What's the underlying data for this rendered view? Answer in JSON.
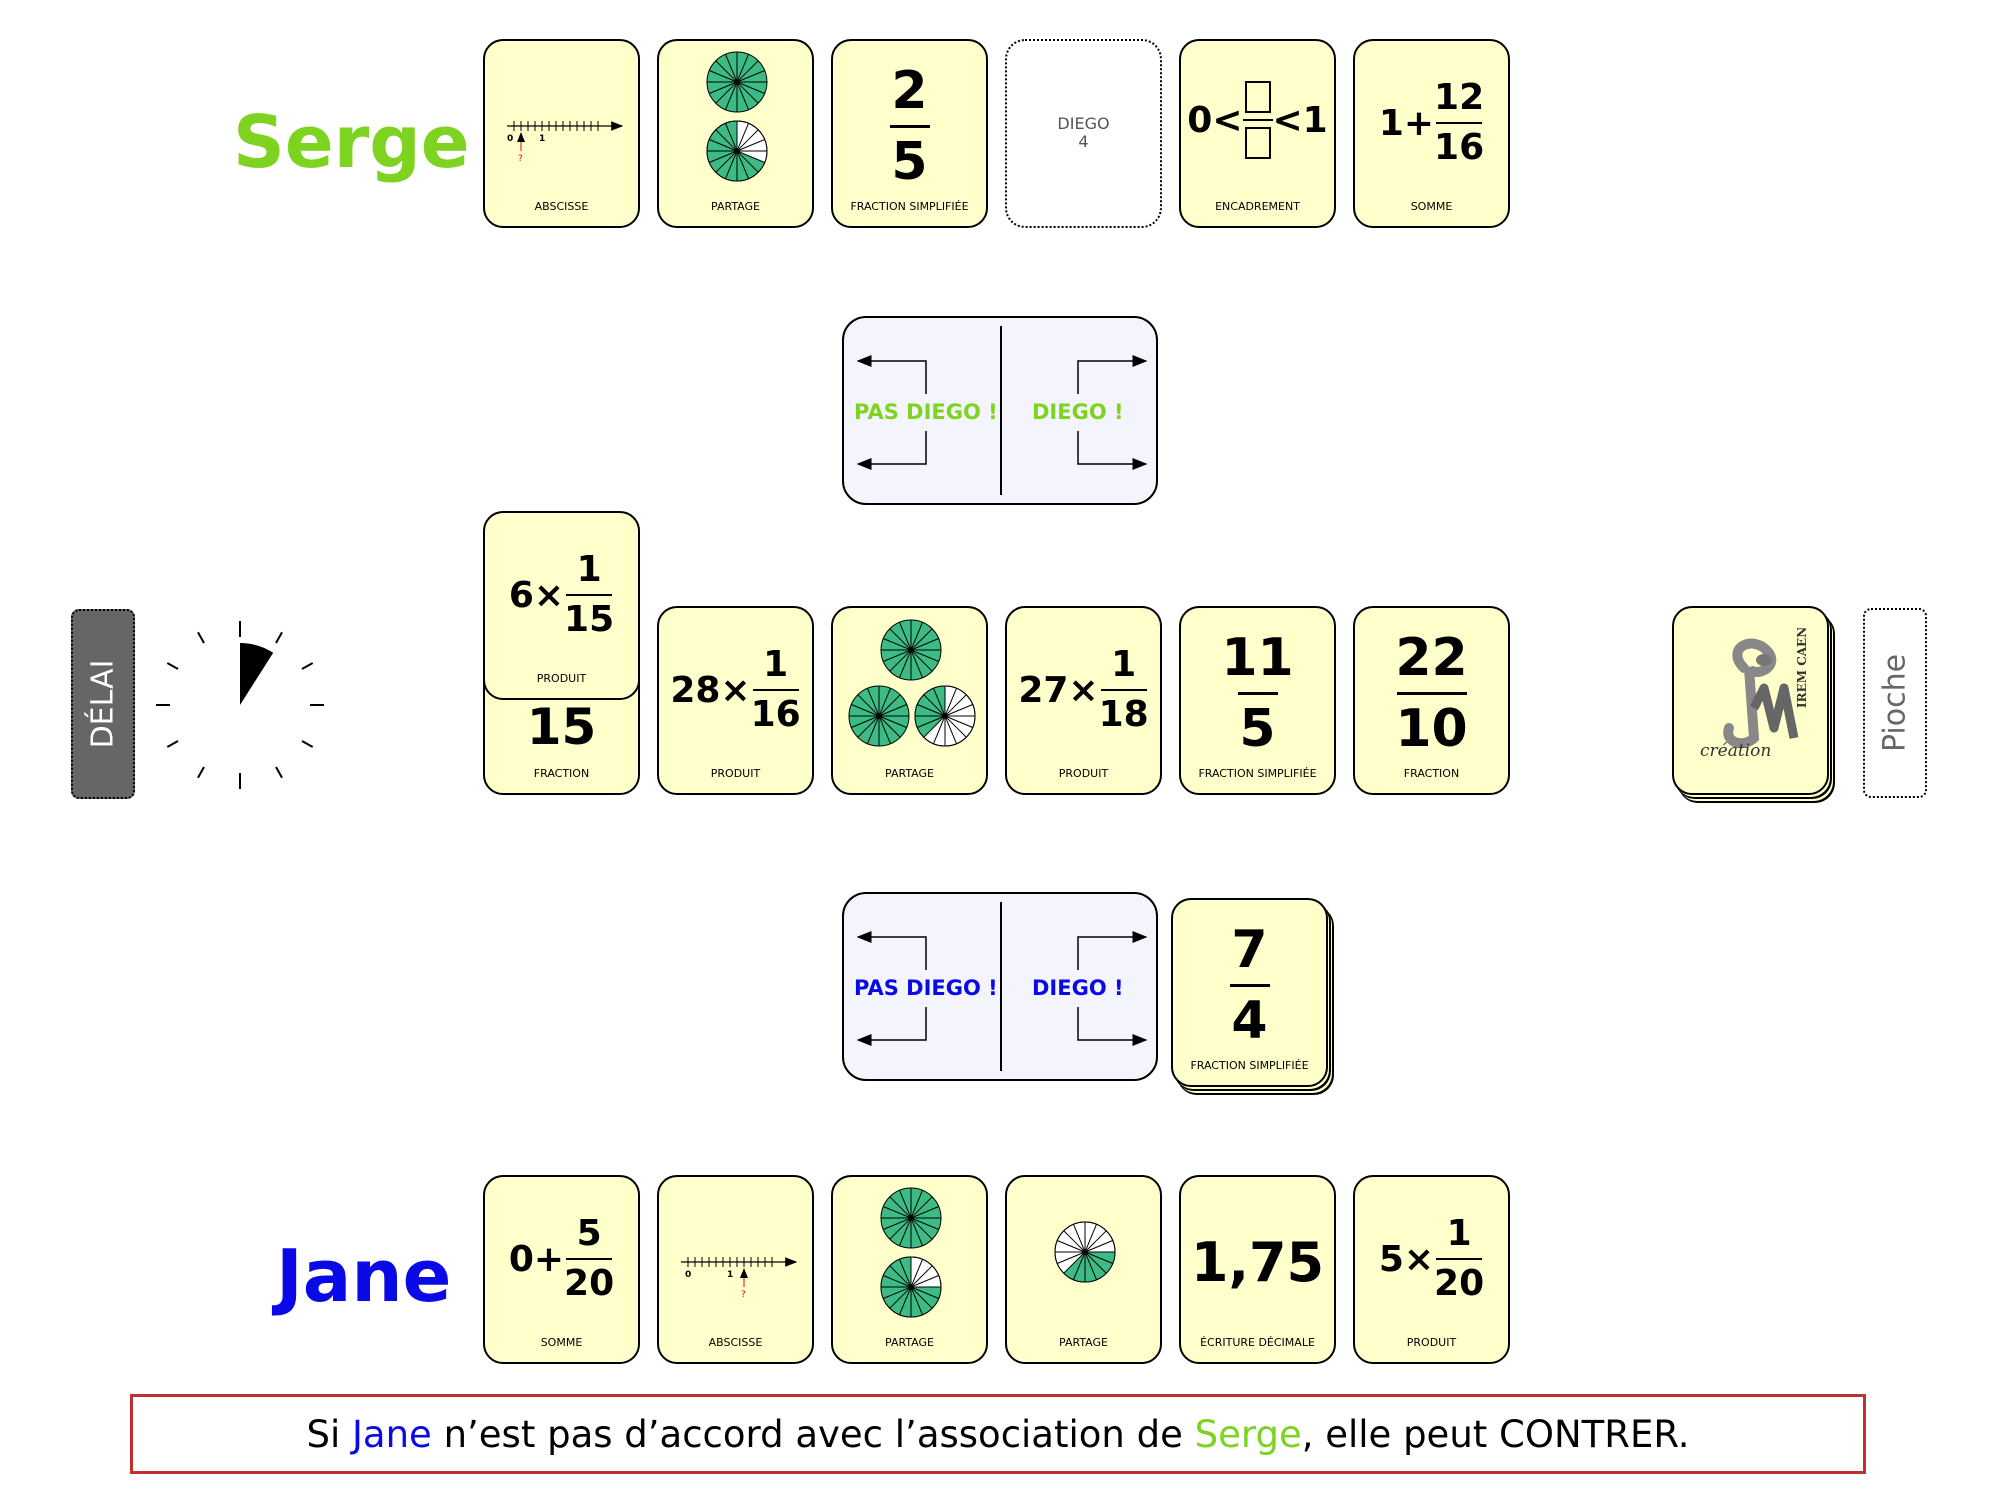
{
  "players": {
    "top": {
      "name": "Serge",
      "color": "#7ed321"
    },
    "bottom": {
      "name": "Jane",
      "color": "#0a0ae6"
    }
  },
  "top_hand": [
    {
      "label": "ABSCISSE",
      "axis_zero": "0",
      "axis_one": "1",
      "marker": "?"
    },
    {
      "label": "PARTAGE"
    },
    {
      "label": "FRACTION SIMPLIFIÉE",
      "num": "2",
      "den": "5"
    },
    {
      "ghost_title": "DIEGO",
      "ghost_count": "4"
    },
    {
      "label": "ENCADREMENT",
      "left": "0<",
      "right": "<1"
    },
    {
      "label": "SOMME",
      "lead": "1+",
      "num": "12",
      "den": "16"
    }
  ],
  "serge_board": {
    "left": "PAS DIEGO !",
    "right": "DIEGO !"
  },
  "timer": {
    "label": "DÉLAI",
    "elapsed_fraction": 0.09
  },
  "table_row": [
    {
      "label": "FRACTION",
      "value": "15"
    },
    {
      "label": "PRODUIT",
      "lead": "28×",
      "num": "1",
      "den": "16"
    },
    {
      "label": "PARTAGE"
    },
    {
      "label": "PRODUIT",
      "lead": "27×",
      "num": "1",
      "den": "18"
    },
    {
      "label": "FRACTION SIMPLIFIÉE",
      "num": "11",
      "den": "5"
    },
    {
      "label": "FRACTION",
      "num": "22",
      "den": "10"
    }
  ],
  "played_card": {
    "label": "PRODUIT",
    "lead": "6×",
    "num": "1",
    "den": "15"
  },
  "pioche": {
    "label": "Pioche",
    "logo_text": "création",
    "logo_side": "IREM CAEN"
  },
  "jane_board": {
    "left": "PAS DIEGO !",
    "right": "DIEGO !"
  },
  "jane_stack": {
    "label": "FRACTION SIMPLIFIÉE",
    "num": "7",
    "den": "4"
  },
  "bottom_hand": [
    {
      "label": "SOMME",
      "lead": "0+",
      "num": "5",
      "den": "20"
    },
    {
      "label": "ABSCISSE",
      "axis_zero": "0",
      "axis_one": "1",
      "marker": "?"
    },
    {
      "label": "PARTAGE"
    },
    {
      "label": "PARTAGE"
    },
    {
      "label": "ÉCRITURE DÉCIMALE",
      "value": "1,75"
    },
    {
      "label": "PRODUIT",
      "lead": "5×",
      "num": "1",
      "den": "20"
    }
  ],
  "message": {
    "p1": "Si ",
    "name1": "Jane",
    "p2": " n’est pas d’accord avec l’association de ",
    "name2": "Serge",
    "p3": ", elle peut CONTRER."
  }
}
